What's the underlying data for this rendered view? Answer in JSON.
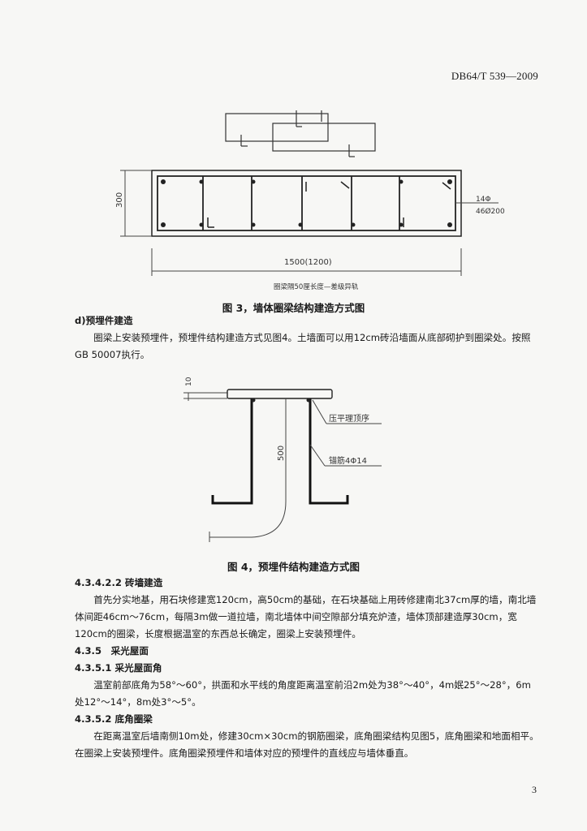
{
  "header": {
    "standard_code": "DB64/T 539—2009"
  },
  "figure3": {
    "dim_height": "300",
    "dim_rebar_1": "14Φ",
    "dim_rebar_2": "46Ø200",
    "dim_width": "1500(1200)",
    "note": "圈梁隔50厘长度—差级异轨",
    "caption": "图 3，墙体圈梁结构建造方式图"
  },
  "section_d": {
    "heading": "d)预埋件建造",
    "para": "圈梁上安装预埋件，预埋件结构建造方式见图4。土墙面可以用12cm砖沿墙面从底部砌护到圈梁处。按照GB 50007执行。"
  },
  "figure4": {
    "dim_top": "10",
    "dim_height": "500",
    "label_plate": "压平理顶序",
    "label_rebar": "锚筋4Φ14",
    "caption": "图 4，预埋件结构建造方式图"
  },
  "s43422": {
    "heading": "4.3.4.2.2 砖墙建造",
    "para": "首先分实地基，用石块修建宽120cm，高50cm的基础，在石块基础上用砖修建南北37cm厚的墙，南北墙体间距46cm～76cm，每隔3m做一道拉墙，南北墙体中间空隙部分填充炉渣，墙体顶部建造厚30cm，宽120cm的圈梁，长度根据温室的东西总长确定，圈梁上安装预埋件。"
  },
  "s435": {
    "heading": "4.3.5　采光屋面"
  },
  "s4351": {
    "heading": "4.3.5.1 采光屋面角",
    "para": "温室前部底角为58°～60°，拱面和水平线的角度距离温室前沿2m处为38°～40°，4m姄25°～28°，6m处12°～14°，8m处3°～5°。"
  },
  "s4352": {
    "heading": "4.3.5.2 底角圈梁",
    "para": "在距离温室后墙南侧10m处，修建30cm×30cm的钢筋圈梁，底角圈梁结构见图5，底角圈梁和地面相平。在圈梁上安装预埋件。底角圈梁预埋件和墙体对应的预埋件的直线应与墙体垂直。"
  },
  "footer": {
    "page_number": "3"
  }
}
